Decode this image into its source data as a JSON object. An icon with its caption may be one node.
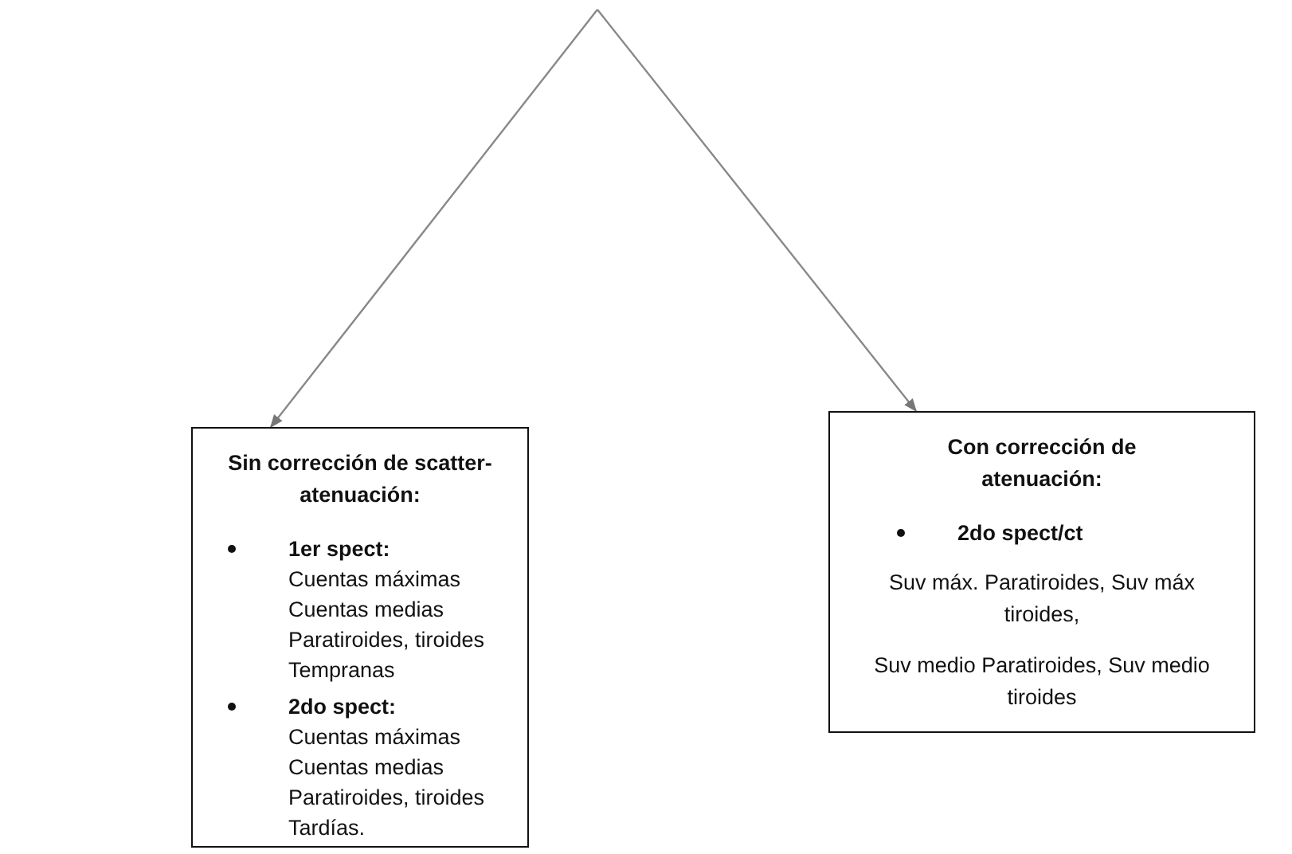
{
  "diagram": {
    "nodes": [
      {
        "text": [
          "Sin corrección de scatter-atenuación:",
          "1er spect:",
          "Cuentas máximas",
          "Cuentas medias",
          "Paratiroides, tiroides",
          "Tempranas",
          "2do spect:",
          "Cuentas máximas",
          "Cuentas medias",
          "Paratiroides, tiroides",
          "Tardías."
        ]
      },
      {
        "text": [
          "Con corrección de atenuación:",
          "2do spect/ct",
          "Suv máx. Paratiroides, Suv máx tiroides,",
          "Suv medio Paratiroides, Suv medio tiroides"
        ]
      }
    ],
    "edges": [
      {
        "from": null,
        "to": 0,
        "arrow": "to"
      },
      {
        "from": null,
        "to": 1,
        "arrow": "to"
      }
    ]
  }
}
